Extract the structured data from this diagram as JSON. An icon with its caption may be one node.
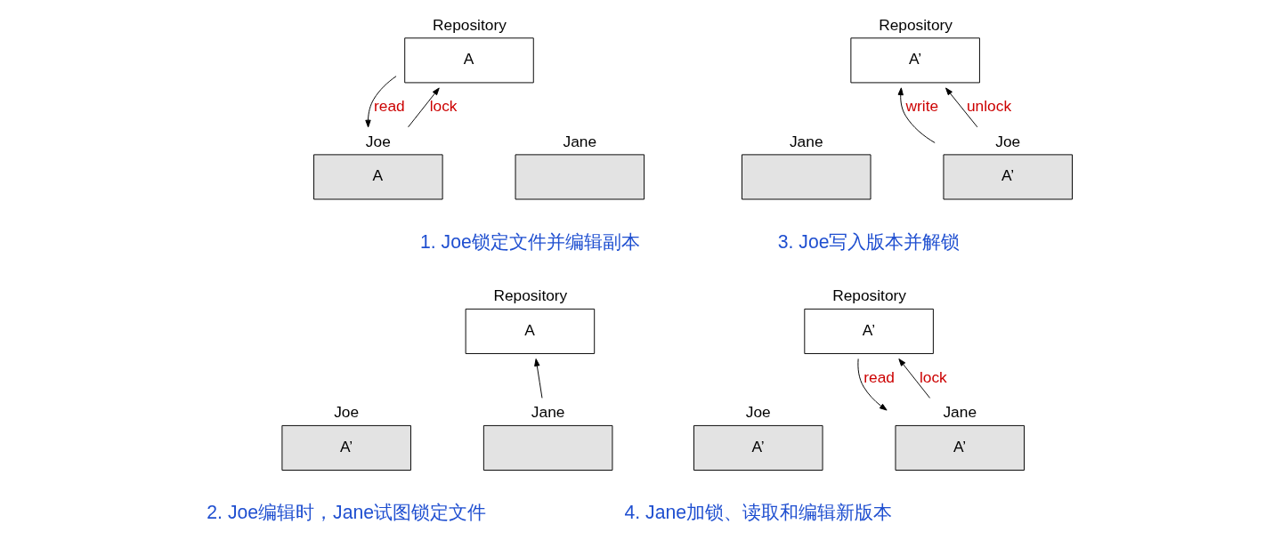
{
  "diagram": {
    "nodes": [
      {
        "text": [
          "Repository",
          "A"
        ]
      },
      {
        "text": [
          "Joe",
          "A"
        ]
      },
      {
        "text": [
          "Jane"
        ]
      },
      {
        "text": [
          "Repository",
          "A’"
        ]
      },
      {
        "text": [
          "Joe",
          "A’"
        ]
      },
      {
        "text": [
          "Jane"
        ]
      },
      {
        "text": [
          "Repository",
          "A"
        ]
      },
      {
        "text": [
          "Joe",
          "A’"
        ]
      },
      {
        "text": [
          "Jane"
        ]
      },
      {
        "text": [
          "Repository",
          "A’"
        ]
      },
      {
        "text": [
          "Joe",
          "A’"
        ]
      },
      {
        "text": [
          "Jane",
          "A’"
        ]
      }
    ],
    "edges": [
      {
        "from": 1,
        "to": 0,
        "arrow": "to",
        "label": "lock"
      },
      {
        "from": 0,
        "to": 1,
        "arrow": "to",
        "label": "read"
      },
      {
        "from": 4,
        "to": 3,
        "arrow": "to",
        "label": "write"
      },
      {
        "from": 4,
        "to": 3,
        "arrow": "to",
        "label": "unlock"
      },
      {
        "from": 8,
        "to": 6,
        "arrow": "to"
      },
      {
        "from": 11,
        "to": 9,
        "arrow": "to",
        "label": "lock"
      },
      {
        "from": 9,
        "to": 11,
        "arrow": "to",
        "label": "read"
      }
    ],
    "labels": [
      "1. Joe锁定文件并编辑副本",
      "3. Joe写入版本并解锁",
      "2. Joe编辑时，Jane试图锁定文件",
      "4. Jane加锁、读取和编辑新版本"
    ]
  }
}
